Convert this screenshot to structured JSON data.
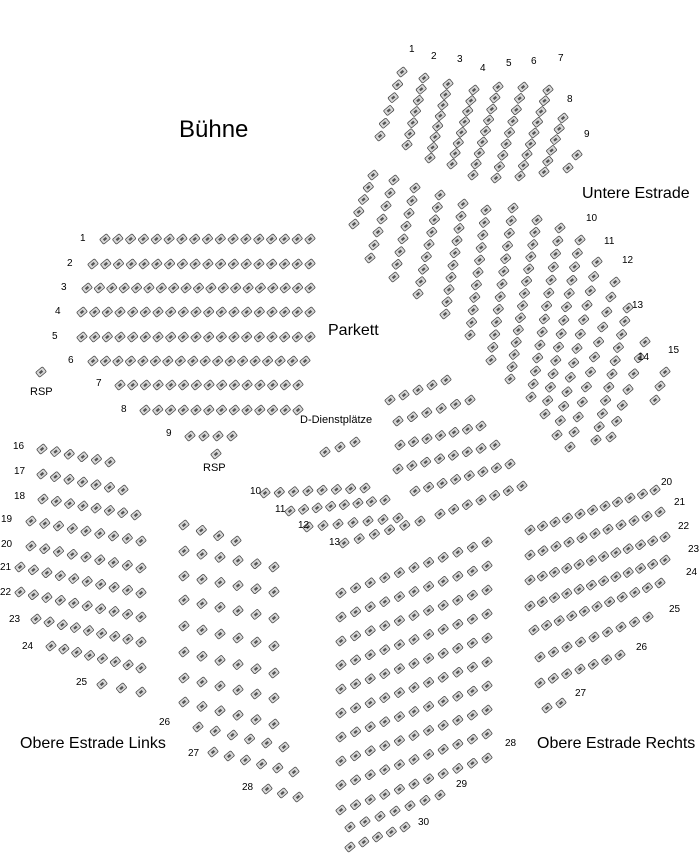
{
  "labels": {
    "stage": "Bühne",
    "parkett": "Parkett",
    "untere": "Untere Estrade",
    "dienst": "D-Dienstplätze",
    "obere_links": "Obere Estrade Links",
    "obere_rechts": "Obere Estrade Rechts",
    "rsp": "RSP"
  },
  "row_numbers": [
    "1",
    "2",
    "3",
    "4",
    "5",
    "6",
    "7",
    "8",
    "9",
    "10",
    "11",
    "12",
    "13",
    "14",
    "15",
    "16",
    "17",
    "18",
    "19",
    "20",
    "21",
    "22",
    "23",
    "24",
    "25",
    "26",
    "27",
    "28",
    "29",
    "30"
  ],
  "colors": {
    "seat_fill": "#d6d6d6",
    "seat_stroke": "#3c3c3c",
    "seat_mark": "#555555",
    "text": "#000000"
  }
}
